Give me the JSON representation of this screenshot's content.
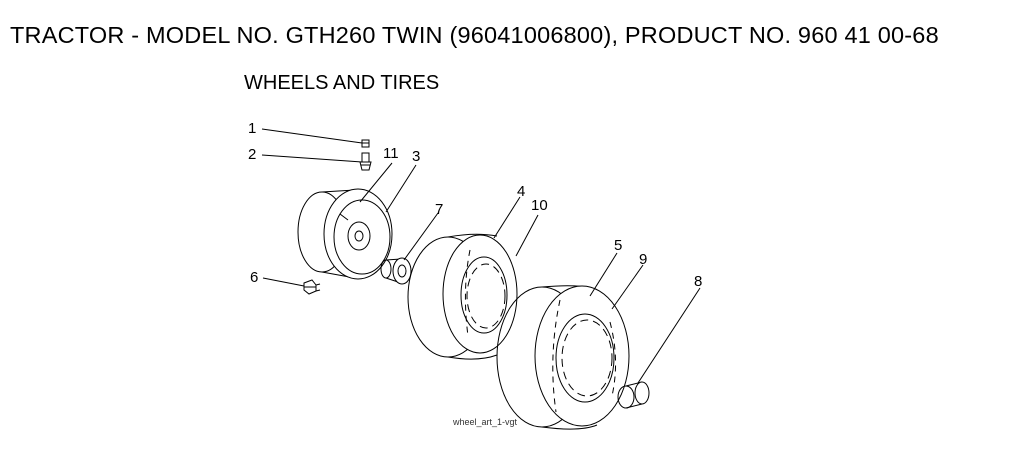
{
  "header": {
    "title": "TRACTOR - MODEL NO. GTH260 TWIN (96041006800), PRODUCT NO. 960 41 00-68",
    "section": "WHEELS AND TIRES"
  },
  "diagram": {
    "callouts": [
      "1",
      "2",
      "11",
      "3",
      "7",
      "4",
      "10",
      "6",
      "5",
      "9",
      "8"
    ],
    "art_id": "wheel_art_1-vgt",
    "parts": [
      "valve-cap",
      "valve-stem",
      "rim",
      "bearing",
      "tire-front",
      "bolt",
      "tire-rear",
      "cap"
    ],
    "line_color": "#000000"
  }
}
